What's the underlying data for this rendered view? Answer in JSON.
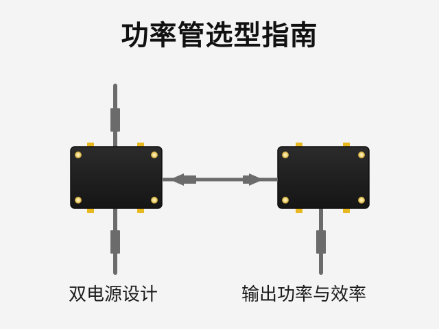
{
  "title": "功率管选型指南",
  "labels": {
    "left": "双电源设计",
    "right": "输出功率与效率"
  },
  "icons": {
    "left_device": "power-module-icon",
    "right_device": "power-module-icon",
    "connector": "double-arrow-icon"
  },
  "colors": {
    "background": "#f4f4f4",
    "module_body": "#1e1e1e",
    "pin": "#e8b820",
    "wire": "#6b6b6b",
    "text": "#111111"
  }
}
